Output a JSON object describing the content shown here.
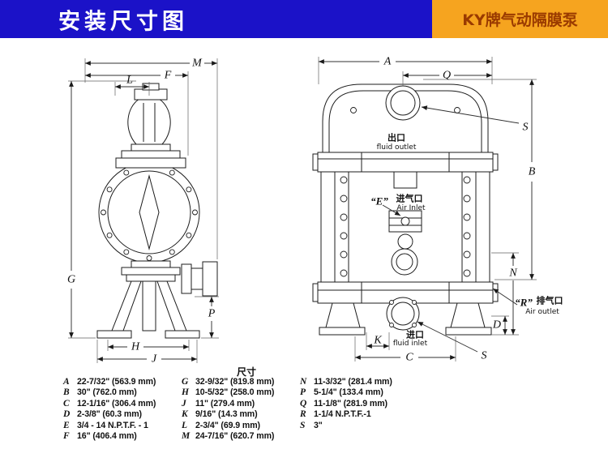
{
  "header": {
    "title": "安装尺寸图",
    "badge": "KY牌气动隔膜泵"
  },
  "colors": {
    "header_blue": "#1b12c8",
    "badge_orange": "#f6a41f",
    "badge_text": "#9a3a00"
  },
  "drawing": {
    "side_view": {
      "dims": {
        "M": "M",
        "F": "F",
        "L": "L",
        "G": "G",
        "H": "H",
        "J": "J",
        "P": "P"
      }
    },
    "front_view": {
      "dims": {
        "A": "A",
        "Q": "Q",
        "B": "B",
        "N": "N",
        "D": "D",
        "K": "K",
        "C": "C",
        "S_top": "S",
        "S_bottom": "S"
      },
      "labels": {
        "outlet_cn": "出口",
        "outlet_en": "fluid outlet",
        "air_inlet_ref": "“E”",
        "air_inlet_cn": "进气口",
        "air_inlet_en": "Air Inlet",
        "air_outlet_ref": "“R”",
        "air_outlet_cn": "排气口",
        "air_outlet_en": "Air outlet",
        "inlet_cn": "进口",
        "inlet_en": "fluid inlet"
      }
    }
  },
  "table": {
    "title": "尺寸",
    "col1": [
      {
        "k": "A",
        "v": "22-7/32\" (563.9 mm)"
      },
      {
        "k": "B",
        "v": "30\" (762.0 mm)"
      },
      {
        "k": "C",
        "v": "12-1/16\" (306.4 mm)"
      },
      {
        "k": "D",
        "v": "2-3/8\" (60.3 mm)"
      },
      {
        "k": "E",
        "v": "3/4 - 14 N.P.T.F. - 1"
      },
      {
        "k": "F",
        "v": "16\" (406.4 mm)"
      }
    ],
    "col2": [
      {
        "k": "G",
        "v": "32-9/32\" (819.8 mm)"
      },
      {
        "k": "H",
        "v": "10-5/32\" (258.0 mm)"
      },
      {
        "k": "J",
        "v": "11\" (279.4 mm)"
      },
      {
        "k": "K",
        "v": "9/16\" (14.3 mm)"
      },
      {
        "k": "L",
        "v": "2-3/4\" (69.9 mm)"
      },
      {
        "k": "M",
        "v": "24-7/16\" (620.7 mm)"
      }
    ],
    "col3": [
      {
        "k": "N",
        "v": "11-3/32\" (281.4 mm)"
      },
      {
        "k": "P",
        "v": "5-1/4\" (133.4 mm)"
      },
      {
        "k": "Q",
        "v": "11-1/8\" (281.9 mm)"
      },
      {
        "k": "R",
        "v": "1-1/4 N.P.T.F.-1"
      },
      {
        "k": "S",
        "v": "3\""
      }
    ]
  }
}
